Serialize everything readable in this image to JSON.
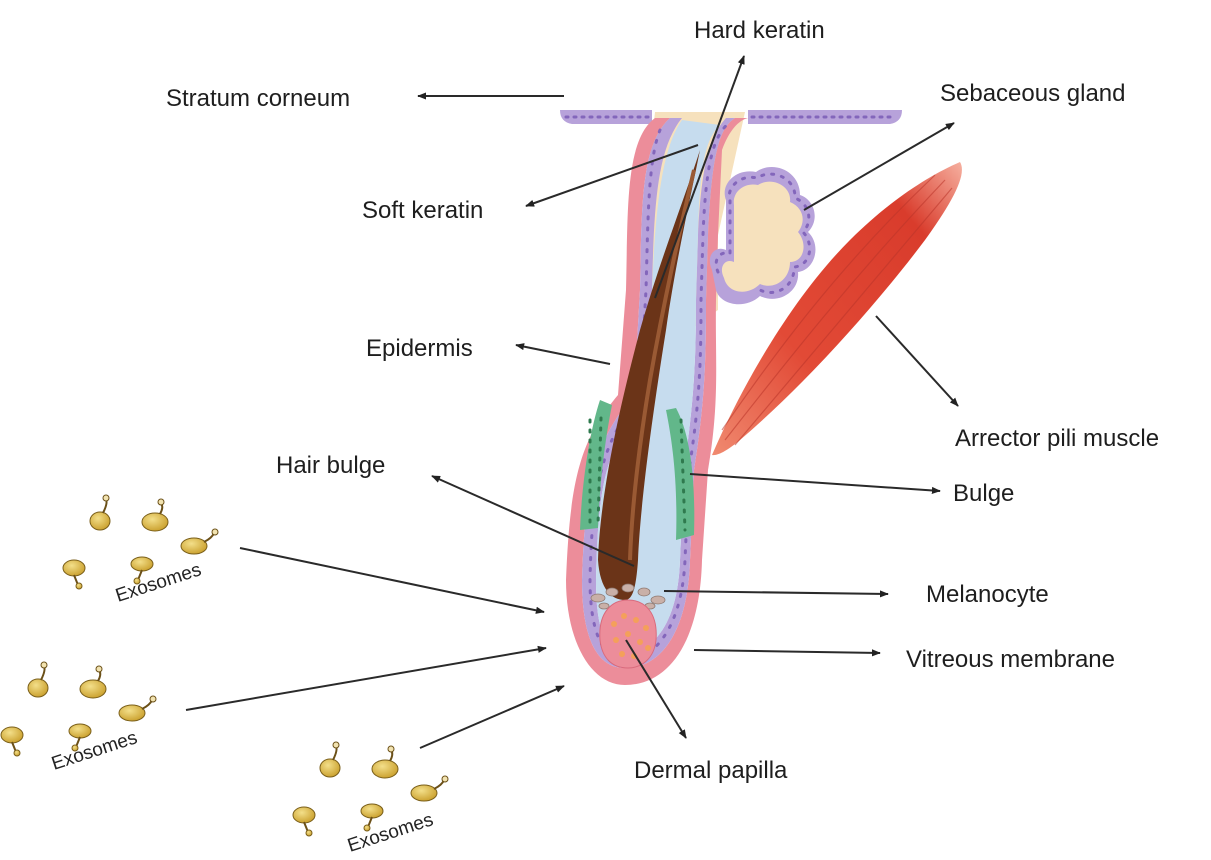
{
  "labels": {
    "hard_keratin": "Hard keratin",
    "stratum_corneum": "Stratum corneum",
    "sebaceous_gland": "Sebaceous gland",
    "soft_keratin": "Soft keratin",
    "epidermis": "Epidermis",
    "arrector_pili_muscle": "Arrector pili muscle",
    "hair_bulge": "Hair bulge",
    "bulge": "Bulge",
    "melanocyte": "Melanocyte",
    "vitreous_membrane": "Vitreous membrane",
    "dermal_papilla": "Dermal papilla"
  },
  "exosome_groups": [
    {
      "label": "Exosomes"
    },
    {
      "label": "Exosomes"
    },
    {
      "label": "Exosomes"
    }
  ],
  "colors": {
    "skin_pink": "#ec8d9a",
    "membrane_lavender": "#b7a2da",
    "purple_dots": "#8366bb",
    "inner_sheath_blue": "#c6dcee",
    "bulge_green": "#62b78a",
    "hair_brown": "#6b3418",
    "keratin_cream": "#f6e1bd",
    "muscle_red": "#e04a38",
    "papilla_orange": "#f4a05a",
    "exosome_yellow": "#e2c14c"
  }
}
